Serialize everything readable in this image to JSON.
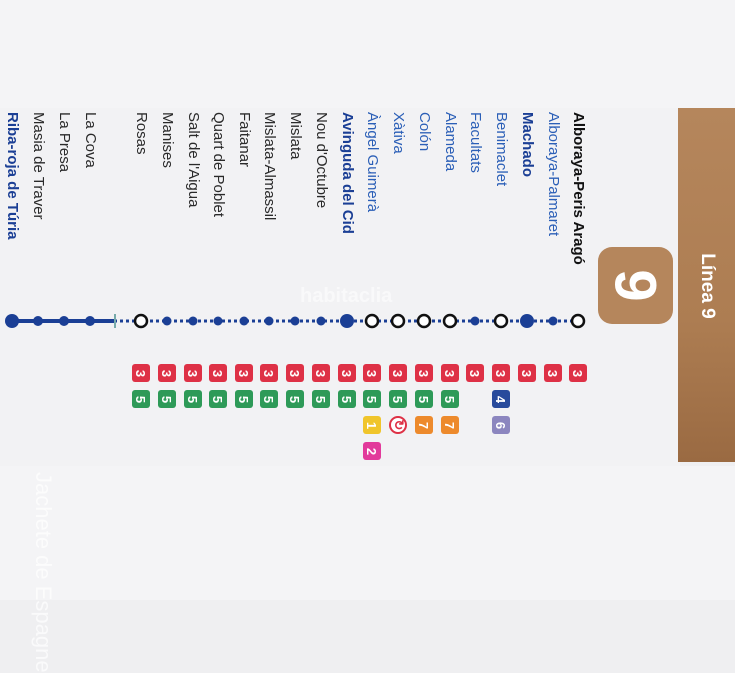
{
  "header": {
    "title": "Línea 9",
    "line_number": "9"
  },
  "watermark": "habitaclia",
  "brand": "Jachete de Espagne",
  "stations": [
    {
      "name": "Alboraya-Peris Aragó",
      "style": "black",
      "connections": [
        "3"
      ]
    },
    {
      "name": "Alboraya-Palmaret",
      "style": "blue",
      "connections": [
        "3"
      ]
    },
    {
      "name": "Machado",
      "style": "darkblue",
      "connections": [
        "3"
      ]
    },
    {
      "name": "Benimaclet",
      "style": "blue",
      "connections": [
        "3",
        "4",
        "6"
      ]
    },
    {
      "name": "Facultats",
      "style": "blue",
      "connections": [
        "3"
      ]
    },
    {
      "name": "Alameda",
      "style": "blue",
      "connections": [
        "3",
        "5",
        "7"
      ]
    },
    {
      "name": "Colón",
      "style": "blue",
      "connections": [
        "3",
        "5",
        "7"
      ]
    },
    {
      "name": "Xàtiva",
      "style": "blue",
      "connections": [
        "3",
        "5",
        "C"
      ]
    },
    {
      "name": "Àngel Guimerà",
      "style": "blue",
      "connections": [
        "3",
        "5",
        "1",
        "2"
      ]
    },
    {
      "name": "Avinguda del Cid",
      "style": "darkblue",
      "connections": [
        "3",
        "5"
      ]
    },
    {
      "name": "Nou d'Octubre",
      "style": "normal",
      "connections": [
        "3",
        "5"
      ]
    },
    {
      "name": "Mislata",
      "style": "normal",
      "connections": [
        "3",
        "5"
      ]
    },
    {
      "name": "Mislata-Almassil",
      "style": "normal",
      "connections": [
        "3",
        "5"
      ]
    },
    {
      "name": "Faitanar",
      "style": "normal",
      "connections": [
        "3",
        "5"
      ]
    },
    {
      "name": "Quart de Poblet",
      "style": "normal",
      "connections": [
        "3",
        "5"
      ]
    },
    {
      "name": "Salt de l'Aigua",
      "style": "normal",
      "connections": [
        "3",
        "5"
      ]
    },
    {
      "name": "Manises",
      "style": "normal",
      "connections": [
        "3",
        "5"
      ]
    },
    {
      "name": "Rosas",
      "style": "normal",
      "connections": [
        "3",
        "5"
      ]
    },
    {
      "name": "La Cova",
      "style": "normal",
      "connections": []
    },
    {
      "name": "La Presa",
      "style": "normal",
      "connections": []
    },
    {
      "name": "Masia de Traver",
      "style": "normal",
      "connections": []
    },
    {
      "name": "Riba-roja de Túria",
      "style": "darkblue",
      "connections": []
    }
  ],
  "colors": {
    "line": "#1b3f95",
    "header": "#b5865c",
    "line3": "#de3146",
    "line5": "#2e9a58",
    "line7": "#ed8a2c",
    "line1": "#f0c52b",
    "line2": "#e23a9b",
    "line4": "#284b9c",
    "line6": "#8c86bf"
  }
}
